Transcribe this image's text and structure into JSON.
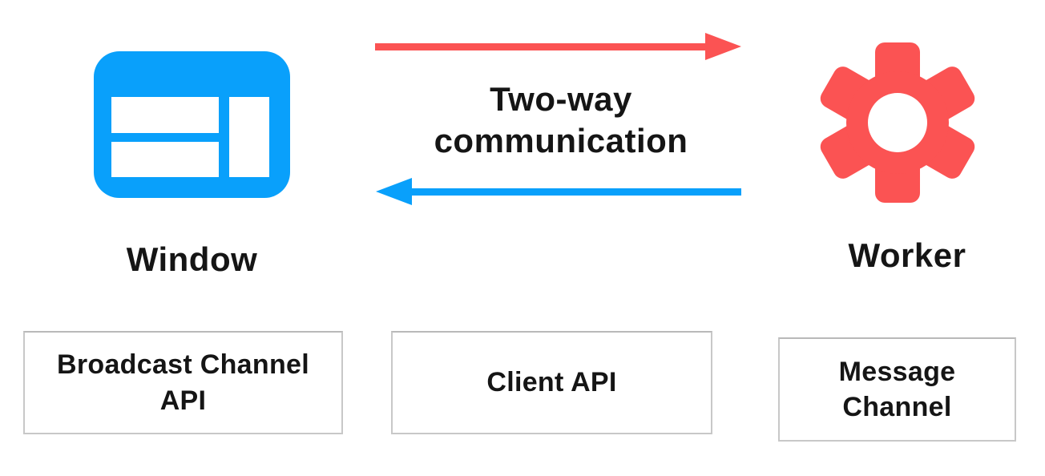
{
  "colors": {
    "window_blue": "#09a0fb",
    "worker_red": "#fb5353",
    "text": "#151515",
    "box_border": "#c8c8c8",
    "background": "#ffffff"
  },
  "nodes": {
    "window": {
      "label": "Window",
      "icon": "browser-window-icon"
    },
    "worker": {
      "label": "Worker",
      "icon": "gear-icon"
    }
  },
  "communication": {
    "label": "Two-way communication",
    "arrows": [
      {
        "name": "window-to-worker",
        "direction": "right",
        "color": "#fb5353"
      },
      {
        "name": "worker-to-window",
        "direction": "left",
        "color": "#09a0fb"
      }
    ]
  },
  "api_boxes": [
    {
      "label": "Broadcast Channel API"
    },
    {
      "label": "Client API"
    },
    {
      "label": "Message Channel"
    }
  ]
}
